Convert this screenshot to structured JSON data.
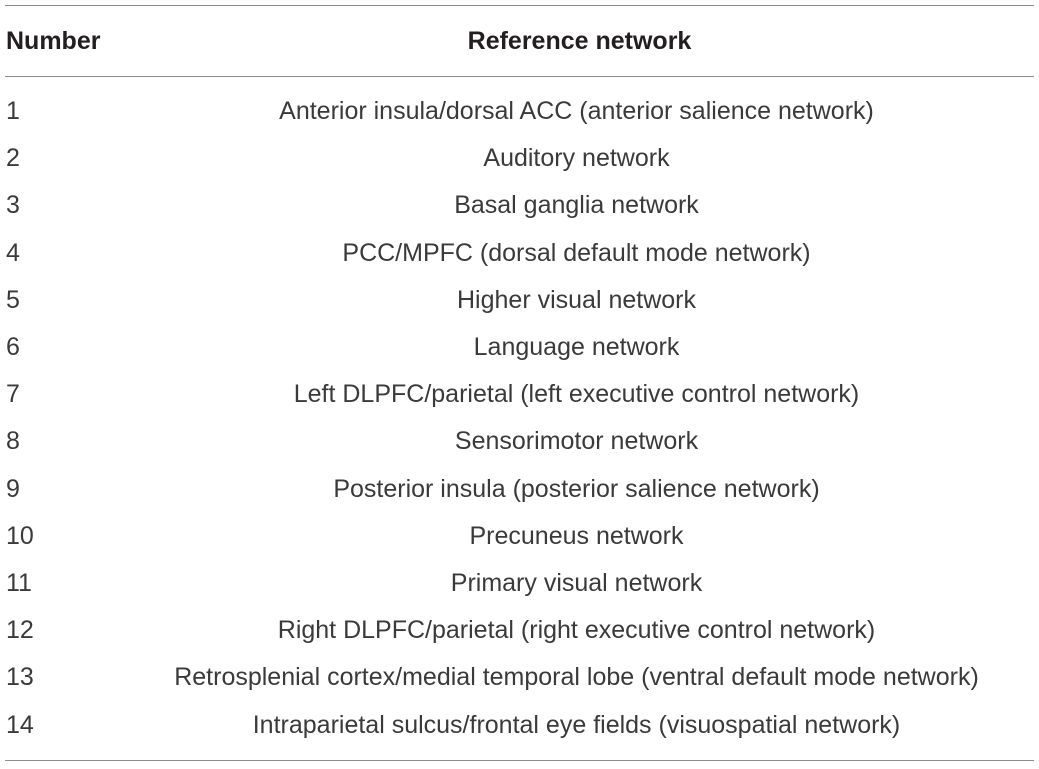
{
  "table": {
    "headers": {
      "number": "Number",
      "network": "Reference network"
    },
    "rows": [
      {
        "number": "1",
        "network": "Anterior insula/dorsal ACC (anterior salience network)"
      },
      {
        "number": "2",
        "network": "Auditory network"
      },
      {
        "number": "3",
        "network": "Basal ganglia network"
      },
      {
        "number": "4",
        "network": "PCC/MPFC (dorsal default mode network)"
      },
      {
        "number": "5",
        "network": "Higher visual network"
      },
      {
        "number": "6",
        "network": "Language network"
      },
      {
        "number": "7",
        "network": "Left DLPFC/parietal (left executive control network)"
      },
      {
        "number": "8",
        "network": "Sensorimotor network"
      },
      {
        "number": "9",
        "network": "Posterior insula (posterior salience network)"
      },
      {
        "number": "10",
        "network": "Precuneus network"
      },
      {
        "number": "11",
        "network": "Primary visual network"
      },
      {
        "number": "12",
        "network": "Right DLPFC/parietal (right executive control network)"
      },
      {
        "number": "13",
        "network": "Retrosplenial cortex/medial temporal lobe (ventral default mode network)"
      },
      {
        "number": "14",
        "network": "Intraparietal sulcus/frontal eye fields (visuospatial network)"
      }
    ]
  }
}
